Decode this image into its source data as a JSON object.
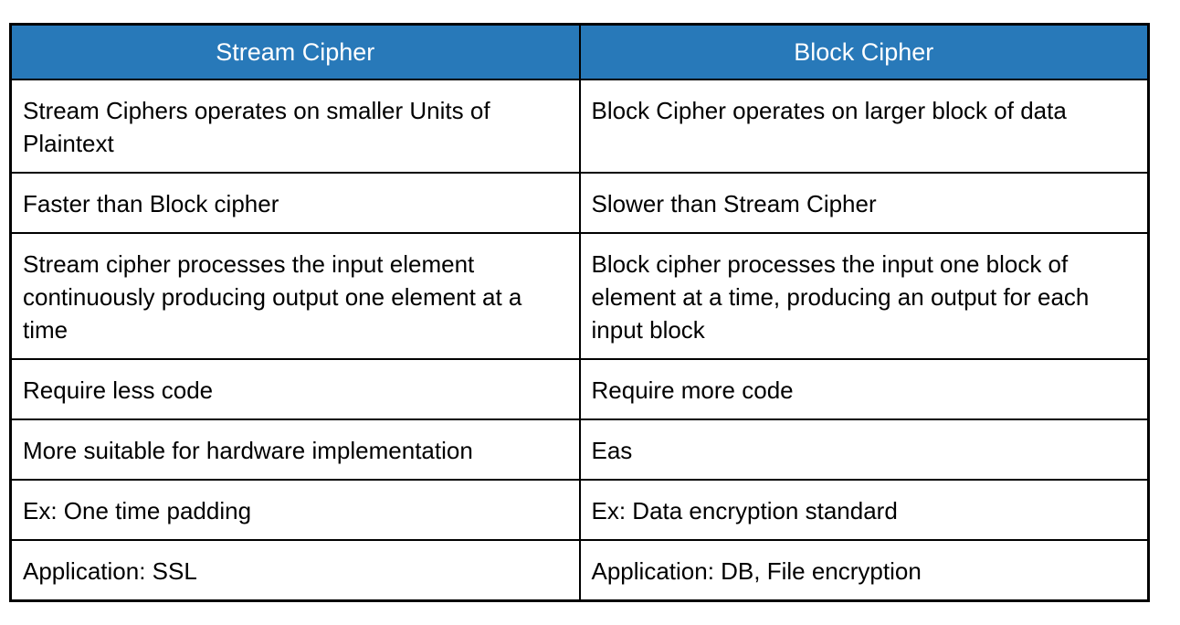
{
  "table": {
    "headers": [
      "Stream Cipher",
      "Block Cipher"
    ],
    "rows": [
      {
        "stream": "Stream Ciphers operates on smaller Units of Plaintext",
        "block": "Block Cipher operates on larger block of data"
      },
      {
        "stream": "Faster than Block cipher",
        "block": "Slower than Stream Cipher"
      },
      {
        "stream": "Stream cipher processes the input element continuously producing output one element at a time",
        "block": "Block cipher processes the input one block of element at a time, producing an output for each input block"
      },
      {
        "stream": "Require less code",
        "block": "Require more code"
      },
      {
        "stream": "More suitable for hardware implementation",
        "block": "Eas"
      },
      {
        "stream": "Ex: One time padding",
        "block": "Ex: Data encryption standard"
      },
      {
        "stream": "Application: SSL",
        "block": "Application: DB, File encryption"
      }
    ]
  },
  "colors": {
    "header_background": "#2879B9",
    "header_text": "#FFFFFF",
    "border": "#000000",
    "body_text": "#000000",
    "page_background": "#FFFFFF"
  }
}
